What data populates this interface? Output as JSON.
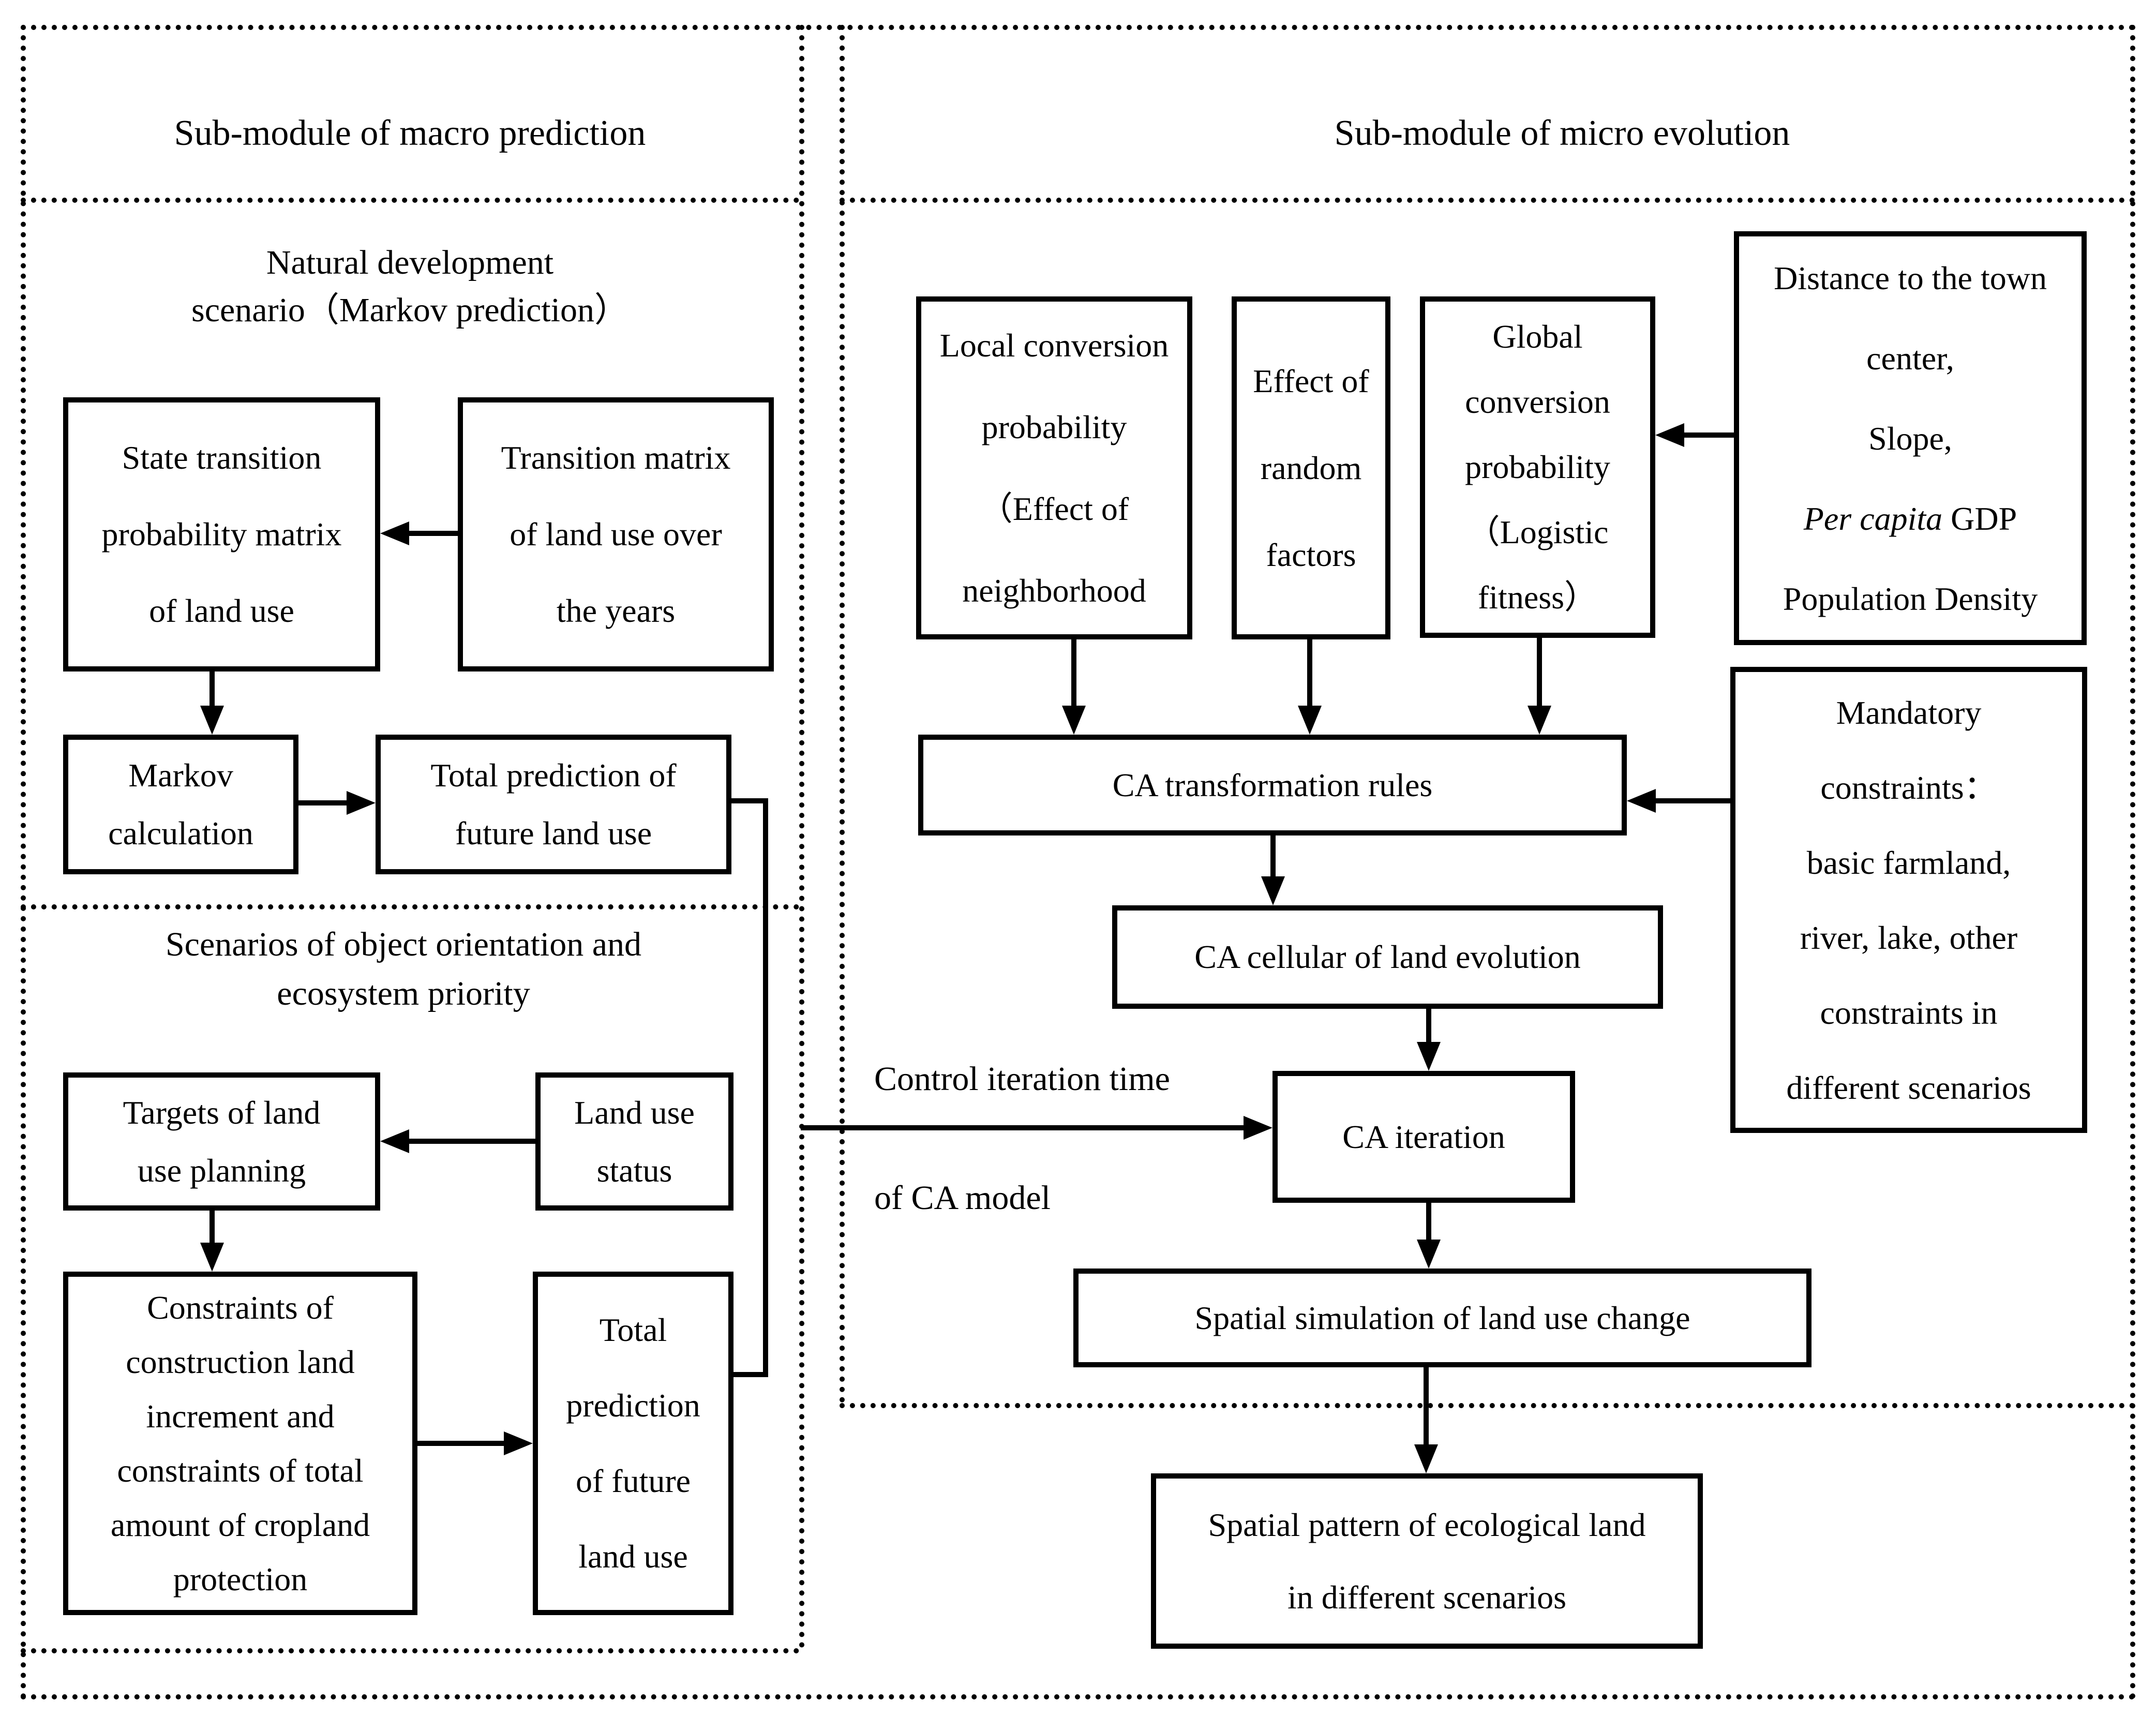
{
  "diagram": {
    "colors": {
      "line": "#000000",
      "background": "#ffffff"
    },
    "macro": {
      "title": "Sub-module of macro prediction",
      "natural_section": {
        "heading": "Natural development\nscenario（Markov prediction）",
        "state_transition_box": "State transition\nprobability matrix\nof land use",
        "transition_matrix_box": "Transition matrix\nof land use over\nthe years",
        "markov_calculation_box": "Markov\ncalculation",
        "total_prediction_box": "Total prediction of\nfuture land use"
      },
      "scenarios_section": {
        "heading": "Scenarios of object orientation and\necosystem priority",
        "targets_box": "Targets of land\nuse planning",
        "land_use_status_box": "Land use\nstatus",
        "constraints_box": "Constraints of\nconstruction land\nincrement and\nconstraints of total\namount of cropland\nprotection",
        "total_prediction_tall_box": "Total\nprediction\nof future\nland use"
      },
      "control_label_line1": "Control iteration time",
      "control_label_line2": "of CA model"
    },
    "micro": {
      "title": "Sub-module of micro evolution",
      "local_conversion_box": "Local conversion\nprobability\n（Effect of\nneighborhood",
      "random_factors_box": "Effect of\nrandom\nfactors",
      "global_conversion_box": "Global\nconversion\nprobability\n（Logistic\nfitness）",
      "distance_box": {
        "line1": "Distance to the town",
        "line2": "center,",
        "line3": "Slope,",
        "line4_italic": "Per capita",
        "line4_rest": " GDP",
        "line5": "Population Density"
      },
      "mandatory_box": "Mandatory\nconstraints：\nbasic farmland,\nriver, lake, other\nconstraints in\ndifferent scenarios",
      "ca_rules_box": "CA transformation rules",
      "ca_cellular_box": "CA cellular of land evolution",
      "ca_iteration_box": "CA iteration",
      "spatial_simulation_box": "Spatial simulation of land use change"
    },
    "output_box": "Spatial pattern of ecological land\nin different scenarios"
  }
}
